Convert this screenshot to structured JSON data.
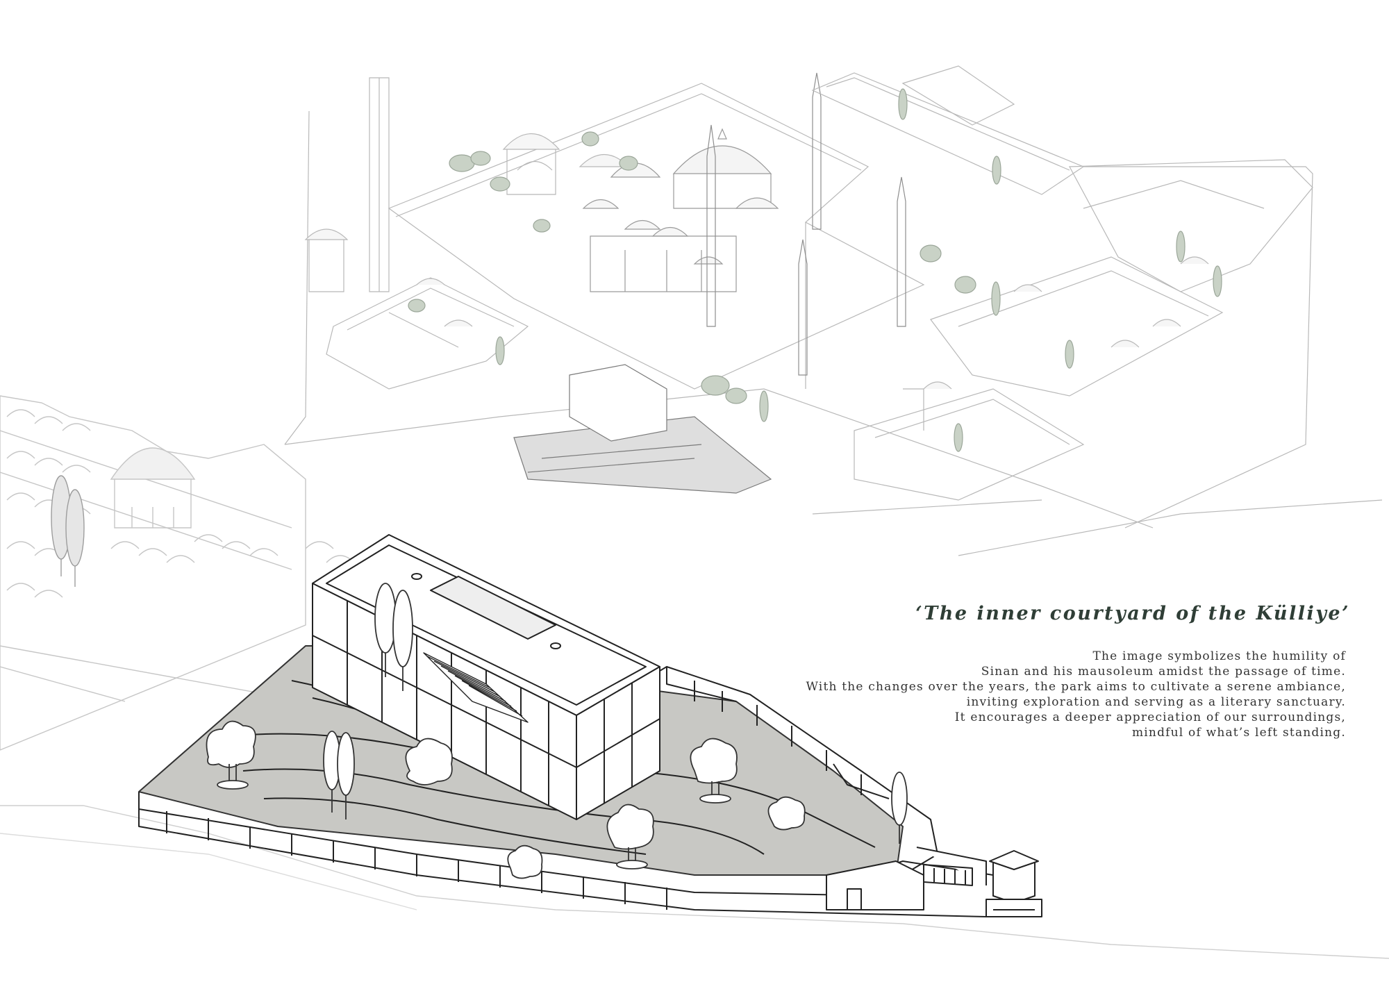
{
  "caption": {
    "title": "‘The inner courtyard of the Külliye’",
    "lines": [
      "The image symbolizes the humility of",
      "Sinan and his mausoleum amidst the passage of time.",
      "With the changes over the years, the park aims to cultivate a serene ambiance,",
      "inviting exploration and serving as a literary sanctuary.",
      "It encourages a deeper appreciation of our surroundings,",
      "mindful of what’s left standing."
    ]
  },
  "colors": {
    "ink": "#333333",
    "faded_ink": "#b5b5b5",
    "light_ink": "#cfcfcf",
    "courtyard_fill": "#c8c8c4",
    "tree_green": "#c9d2c6",
    "title_color": "#2f3e36"
  }
}
